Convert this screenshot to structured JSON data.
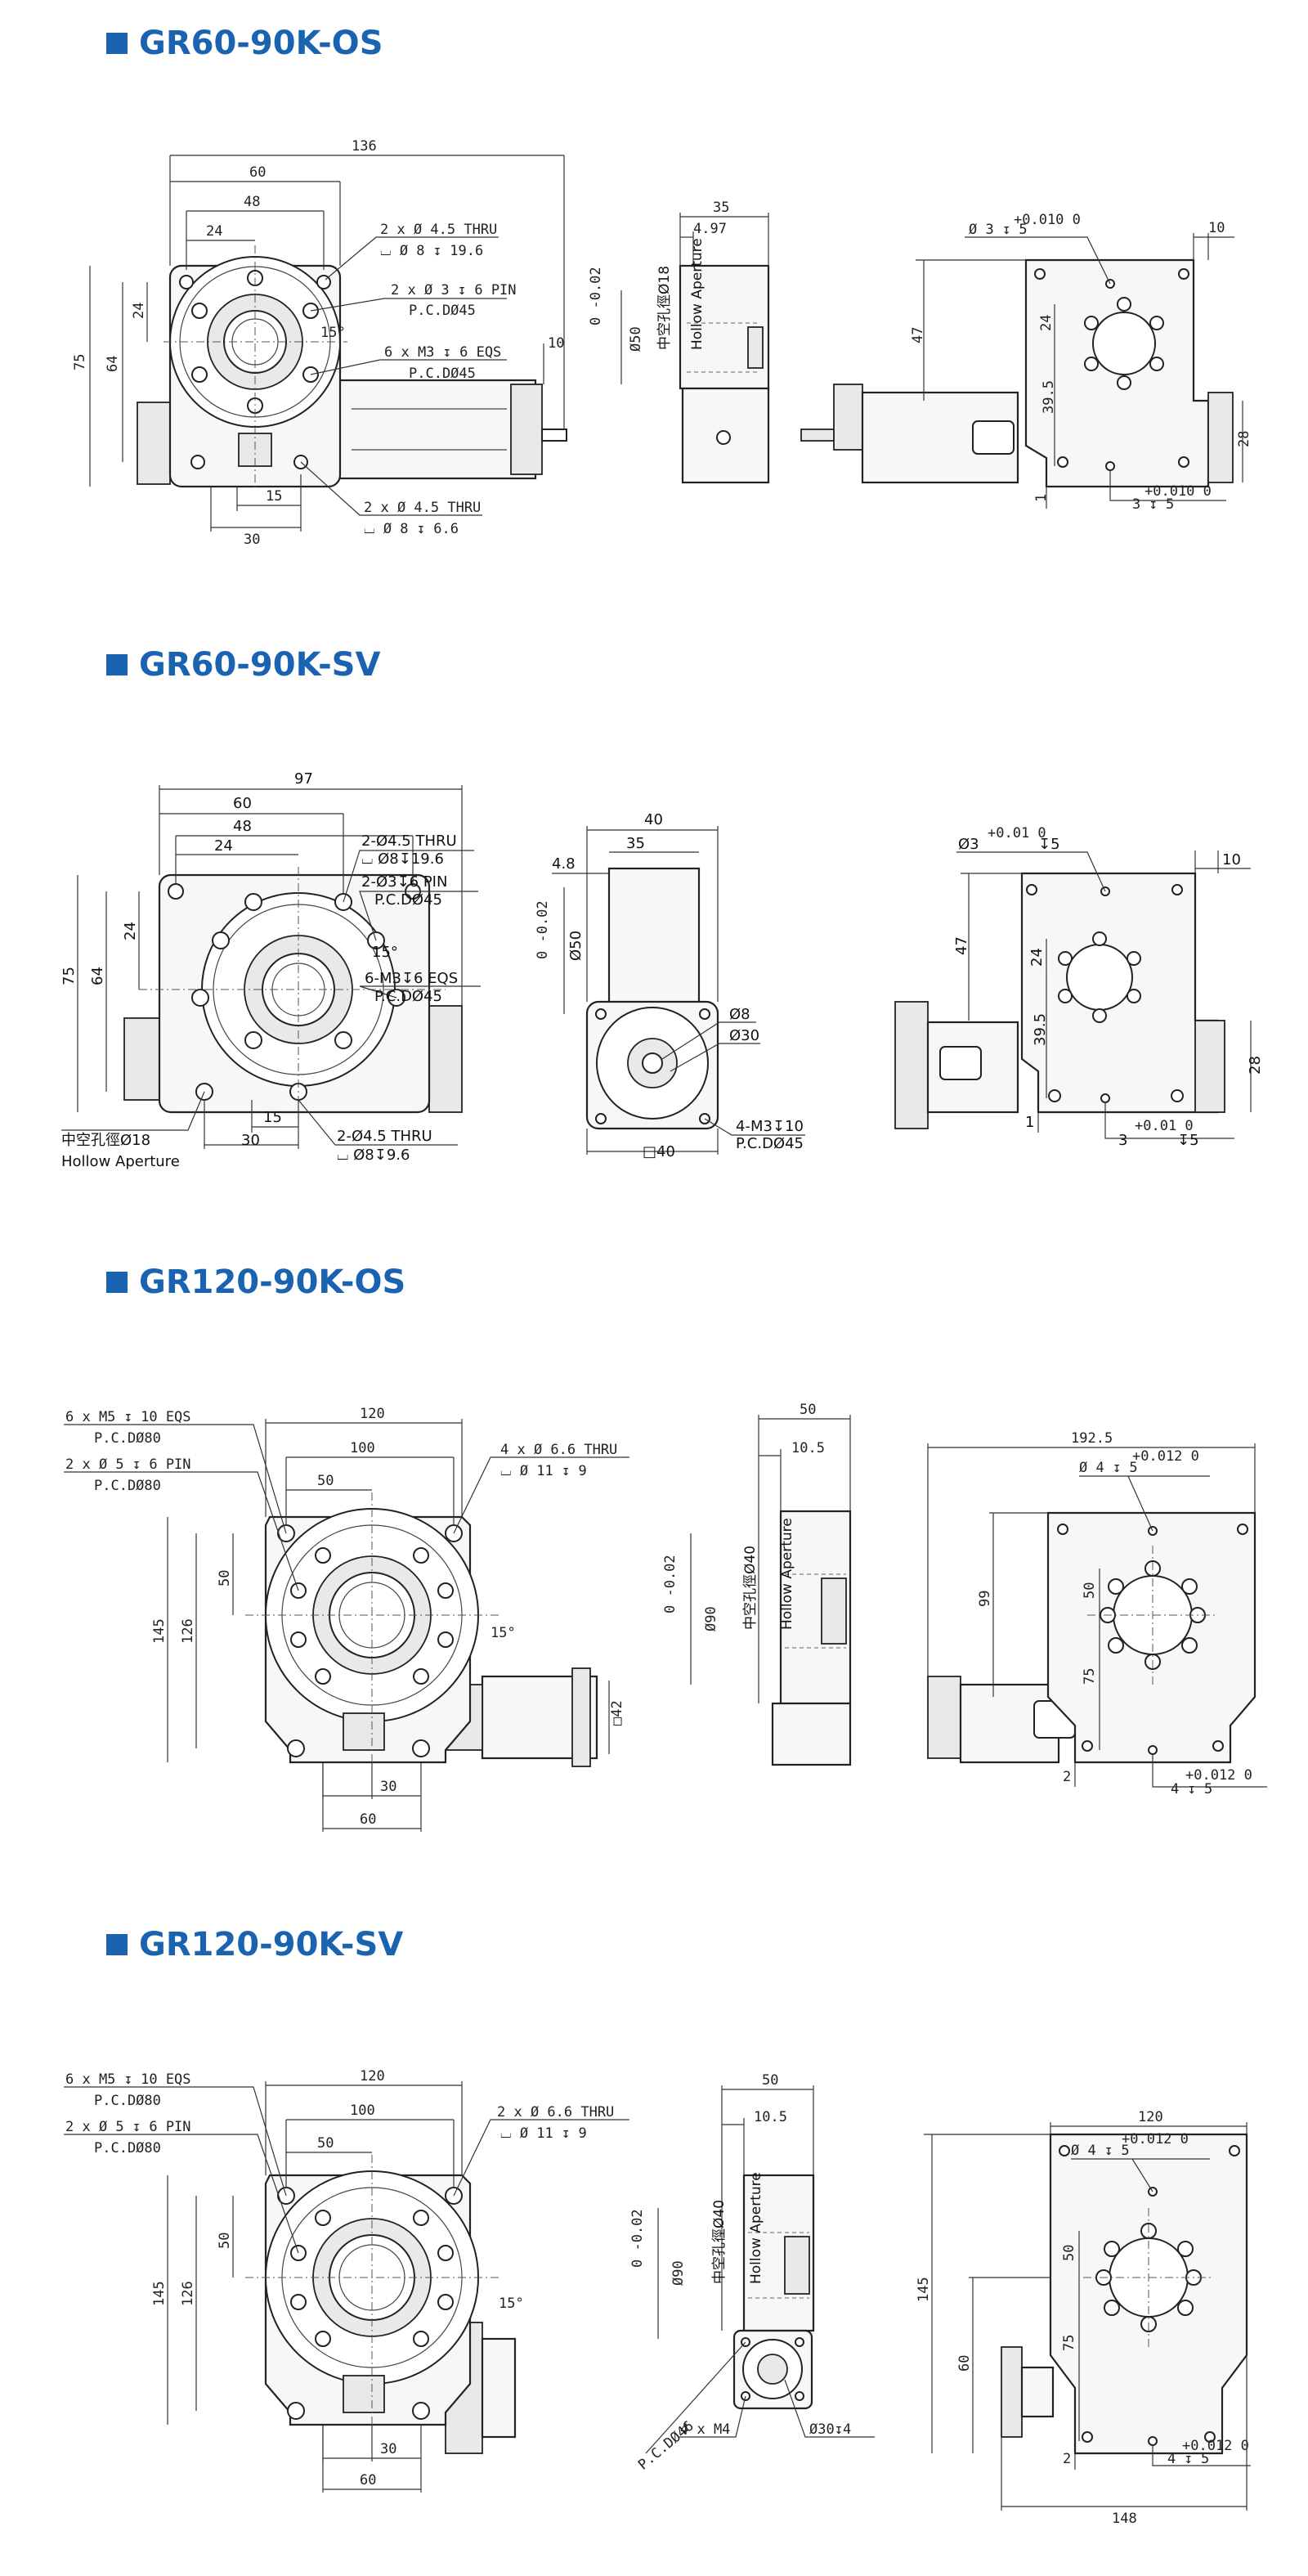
{
  "sections": [
    {
      "title": "GR60-90K-OS",
      "front": {
        "d136": "136",
        "d60": "60",
        "d48": "48",
        "d24": "24",
        "v75": "75",
        "v64": "64",
        "v24": "24",
        "v10": "10",
        "b15": "15",
        "b30": "30",
        "n1a": "2 x Ø 4.5 THRU",
        "n1b": "⌴ Ø 8 ↧ 19.6",
        "n2a": "2 x Ø 3 ↧ 6 PIN",
        "n2b": "P.C.DØ45",
        "n3a": "6 x M3 ↧ 6 EQS",
        "n3b": "P.C.DØ45",
        "ang": "15°",
        "n4a": "2 x Ø 4.5 THRU",
        "n4b": "⌴ Ø 8 ↧ 6.6"
      },
      "side": {
        "d35": "35",
        "d497": "4.97",
        "vdia": "Ø50",
        "tol": "0 -0.02",
        "hollow_cn": "中空孔徑Ø18",
        "hollow_en": "Hollow Aperture"
      },
      "rear": {
        "top": "Ø 3 ↧ 5",
        "toptol": "+0.010 0",
        "d10": "10",
        "v47": "47",
        "v24": "24",
        "v395": "39.5",
        "v28": "28",
        "v1": "1",
        "bot": "3 ↧ 5",
        "bottol": "+0.010 0"
      }
    },
    {
      "title": "GR60-90K-SV",
      "front": {
        "d97": "97",
        "d60": "60",
        "d48": "48",
        "d24": "24",
        "v75": "75",
        "v64": "64",
        "v24": "24",
        "b15": "15",
        "b30": "30",
        "n1a": "2-Ø4.5 THRU",
        "n1b": "⌴ Ø8↧19.6",
        "n2a": "2-Ø3↧6 PIN",
        "n2b": "P.C.DØ45",
        "n3a": "6-M3↧6 EQS",
        "n3b": "P.C.DØ45",
        "ang": "15°",
        "n4a": "2-Ø4.5 THRU",
        "n4b": "⌴ Ø8↧9.6",
        "hollow_cn": "中空孔徑Ø18",
        "hollow_en": "Hollow Aperture"
      },
      "side": {
        "d40": "40",
        "d35": "35",
        "d48": "4.8",
        "vdia": "Ø50",
        "tol": "0 -0.02",
        "c8": "Ø8",
        "c30": "Ø30",
        "sq40": "□40",
        "m3a": "4-M3↧10",
        "m3b": "P.C.DØ45"
      },
      "rear": {
        "top": "Ø3",
        "toptol": "+0.01 0",
        "topdepth": "↧5",
        "d10": "10",
        "v47": "47",
        "v24": "24",
        "v395": "39.5",
        "v28": "28",
        "v1": "1",
        "bot": "3",
        "bottol": "+0.01 0",
        "botdepth": "↧5"
      }
    },
    {
      "title": "GR120-90K-OS",
      "front": {
        "n1a": "6 x M5 ↧ 10 EQS",
        "n1b": "P.C.DØ80",
        "n2a": "2 x Ø 5 ↧ 6 PIN",
        "n2b": "P.C.DØ80",
        "d120": "120",
        "d100": "100",
        "d50": "50",
        "n3a": "4 x Ø 6.6 THRU",
        "n3b": "⌴ Ø 11 ↧ 9",
        "v145": "145",
        "v126": "126",
        "v50": "50",
        "ang": "15°",
        "sq42": "□42",
        "b30": "30",
        "b60": "60"
      },
      "side": {
        "d50": "50",
        "d105": "10.5",
        "vdia": "Ø90",
        "tol": "0 -0.02",
        "hollow_cn": "中空孔徑Ø40",
        "hollow_en": "Hollow Aperture"
      },
      "rear": {
        "d1925": "192.5",
        "top": "Ø 4 ↧ 5",
        "toptol": "+0.012 0",
        "v99": "99",
        "v50": "50",
        "v75": "75",
        "v2": "2",
        "bot": "4 ↧ 5",
        "bottol": "+0.012 0"
      }
    },
    {
      "title": "GR120-90K-SV",
      "front": {
        "n1a": "6 x M5 ↧ 10 EQS",
        "n1b": "P.C.DØ80",
        "n2a": "2 x Ø 5 ↧ 6 PIN",
        "n2b": "P.C.DØ80",
        "d120": "120",
        "d100": "100",
        "d50": "50",
        "n3a": "2 x Ø 6.6 THRU",
        "n3b": "⌴ Ø 11 ↧ 9",
        "v145": "145",
        "v126": "126",
        "v50": "50",
        "ang": "15°",
        "b30": "30",
        "b60": "60"
      },
      "side": {
        "d50": "50",
        "d105": "10.5",
        "vdia": "Ø90",
        "tol": "0 -0.02",
        "hollow_cn": "中空孔徑Ø40",
        "hollow_en": "Hollow Aperture",
        "pcd": "P.C.DØ46",
        "m4": "4 x M4",
        "c30": "Ø30↧4"
      },
      "rear": {
        "d120": "120",
        "top": "Ø 4 ↧ 5",
        "toptol": "+0.012 0",
        "v145": "145",
        "v60": "60",
        "v50": "50",
        "v75": "75",
        "v2": "2",
        "bot": "4 ↧ 5",
        "bottol": "+0.012 0",
        "d148": "148"
      }
    }
  ]
}
